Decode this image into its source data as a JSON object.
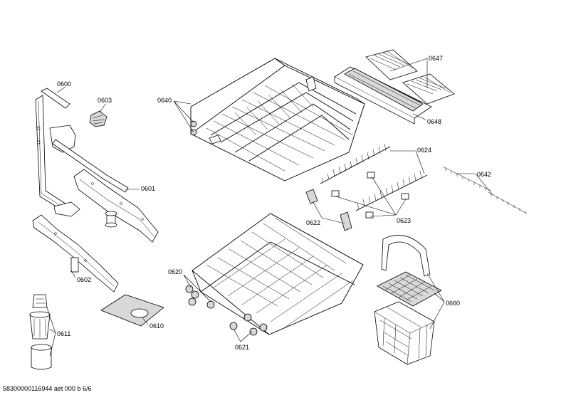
{
  "labels": {
    "p0600": "0600",
    "p0603": "0603",
    "p0601": "0601",
    "p0602": "0602",
    "p0611": "0611",
    "p0610": "0610",
    "p0640": "0640",
    "p0647": "0647",
    "p0648": "0648",
    "p0624": "0624",
    "p0642": "0642",
    "p0622": "0622",
    "p0623": "0623",
    "p0620": "0620",
    "p0621": "0621",
    "p0660": "0660"
  },
  "footer": "58300000116944 aet 000 b 6/6"
}
